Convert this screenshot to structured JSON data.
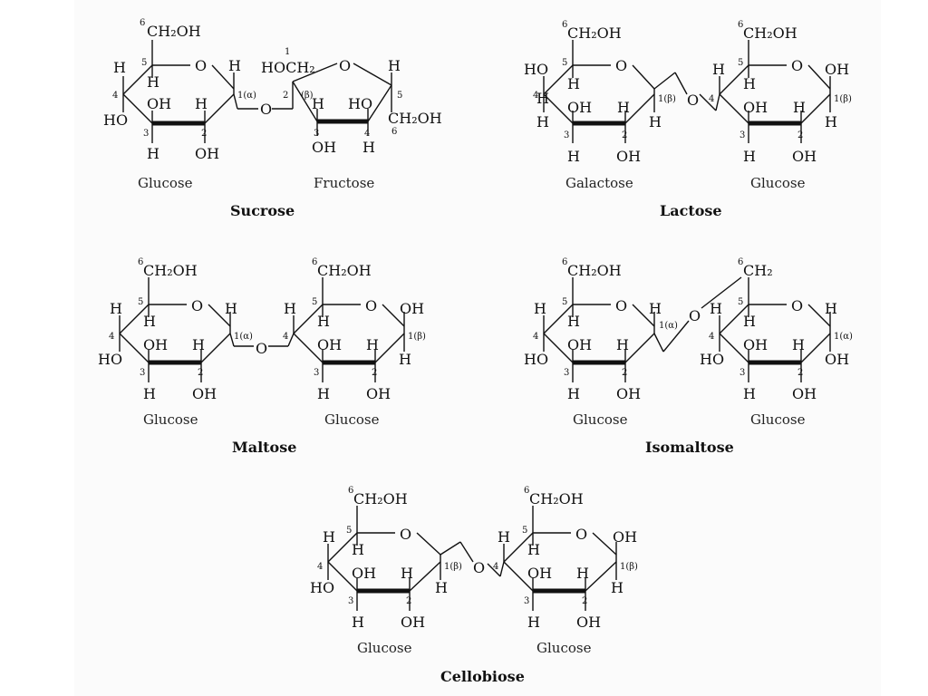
{
  "panels": {
    "sucrose": {
      "title": "Sucrose",
      "left": "Glucose",
      "right": "Fructose",
      "left_link": "1(α)",
      "right_link": "(β)"
    },
    "lactose": {
      "title": "Lactose",
      "left": "Galactose",
      "right": "Glucose",
      "left_link": "1(β)",
      "right_link": "1(β)"
    },
    "maltose": {
      "title": "Maltose",
      "left": "Glucose",
      "right": "Glucose",
      "left_link": "1(α)",
      "right_link": "1(β)"
    },
    "isomaltose": {
      "title": "Isomaltose",
      "left": "Glucose",
      "right": "Glucose",
      "left_link": "1(α)",
      "right_link": "1(α)"
    },
    "cellobiose": {
      "title": "Cellobiose",
      "left": "Glucose",
      "right": "Glucose",
      "left_link": "1(β)",
      "right_link": "1(β)"
    }
  },
  "atoms": {
    "ch2oh": "CH₂OH",
    "ch2": "CH₂",
    "hoch2": "HOCH₂",
    "o": "O",
    "h": "H",
    "oh": "OH",
    "ho": "HO"
  },
  "numbers": {
    "n1": "1",
    "n2": "2",
    "n3": "3",
    "n4": "4",
    "n5": "5",
    "n6": "6"
  }
}
